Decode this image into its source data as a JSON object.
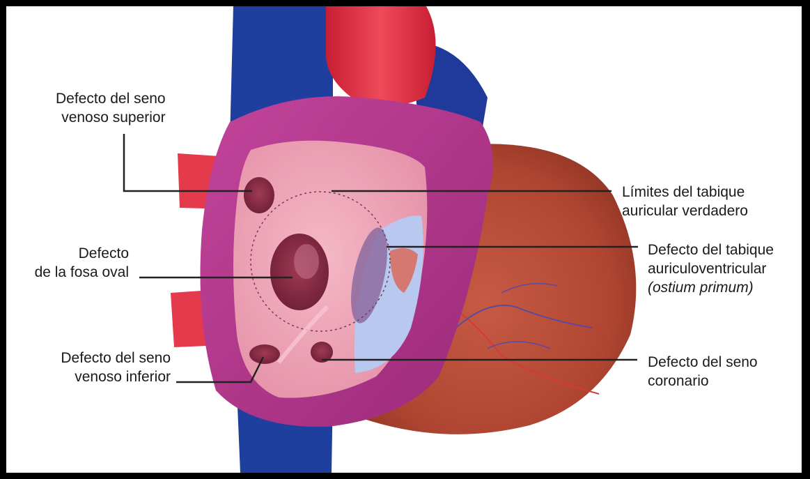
{
  "labels": {
    "sv_superior": {
      "line1": "Defecto del seno",
      "line2": "venoso superior"
    },
    "limites": {
      "line1": "Límites del tabique",
      "line2": "auricular verdadero"
    },
    "fosa_oval": {
      "line1": "Defecto",
      "line2": "de la fosa oval"
    },
    "av": {
      "line1": "Defecto del tabique",
      "line2": "auriculoventricular",
      "line3": "(ostium primum)"
    },
    "sv_inferior": {
      "line1": "Defecto del seno",
      "line2": "venoso inferior"
    },
    "coronario": {
      "line1": "Defecto del seno",
      "line2": "coronario"
    }
  },
  "colors": {
    "vena_cava": "#1f3f9e",
    "aorta": "#d8283c",
    "atrium_wall": "#b0368a",
    "septum": "#eaa0b2",
    "ventricle": "#b24a38",
    "leader_line": "#222222"
  }
}
